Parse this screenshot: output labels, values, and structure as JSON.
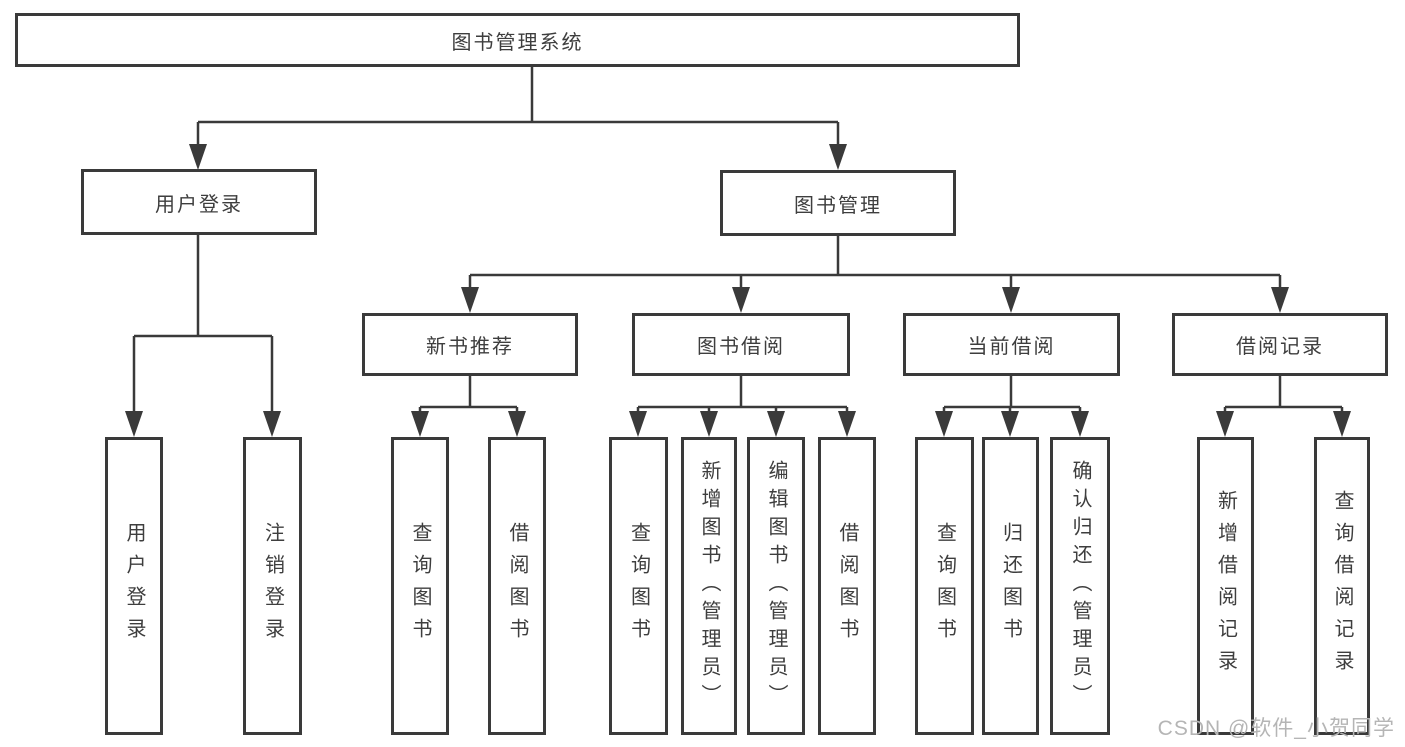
{
  "diagram": {
    "root": "图书管理系统",
    "level2": [
      "用户登录",
      "图书管理"
    ],
    "level3": [
      "新书推荐",
      "图书借阅",
      "当前借阅",
      "借阅记录"
    ],
    "leaves": {
      "user_login": [
        "用户登录",
        "注销登录"
      ],
      "new_book_recommend": [
        "查询图书",
        "借阅图书"
      ],
      "book_borrow": [
        "查询图书",
        "新增图书（管理员）",
        "编辑图书（管理员）",
        "借阅图书"
      ],
      "current_borrow": [
        "查询图书",
        "归还图书",
        "确认归还（管理员）"
      ],
      "borrow_record": [
        "新增借阅记录",
        "查询借阅记录"
      ]
    },
    "colors": {
      "line": "#3a3a3a",
      "border": "#3a3a3a",
      "text": "#3e3e3e",
      "background": "#ffffff",
      "watermark": "#b5b5b5"
    }
  },
  "watermark": "CSDN @软件_小贺同学"
}
